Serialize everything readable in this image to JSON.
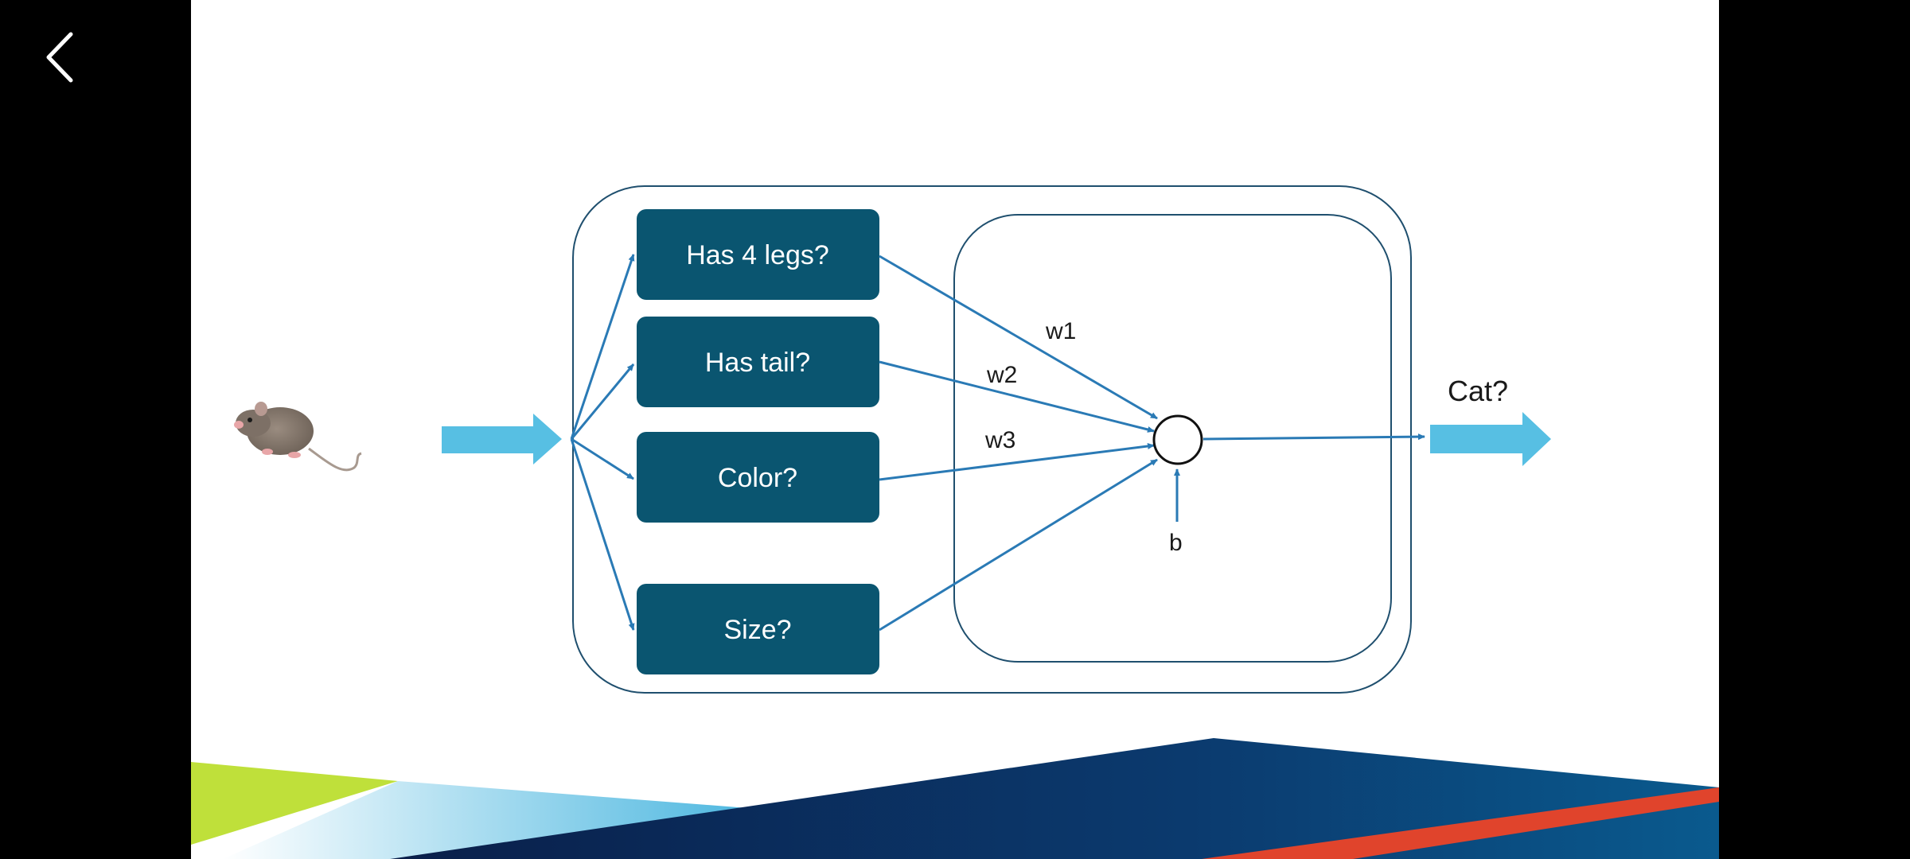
{
  "nav": {
    "back_icon": "chevron-left-icon"
  },
  "slide": {
    "input_image": "rat-image",
    "features": [
      {
        "label": "Has 4 legs?"
      },
      {
        "label": "Has tail?"
      },
      {
        "label": "Color?"
      },
      {
        "label": "Size?"
      }
    ],
    "weights": [
      "w1",
      "w2",
      "w3"
    ],
    "bias": "b",
    "output_label": "Cat?",
    "colors": {
      "feature_box": "#0a5570",
      "arrow": "#2a7ab5",
      "big_arrow": "#57bfe3",
      "frame": "#1f4f6e",
      "accent_green": "#bfe03a",
      "accent_red": "#e0442c",
      "banner_dark": "#0a2a55"
    }
  }
}
